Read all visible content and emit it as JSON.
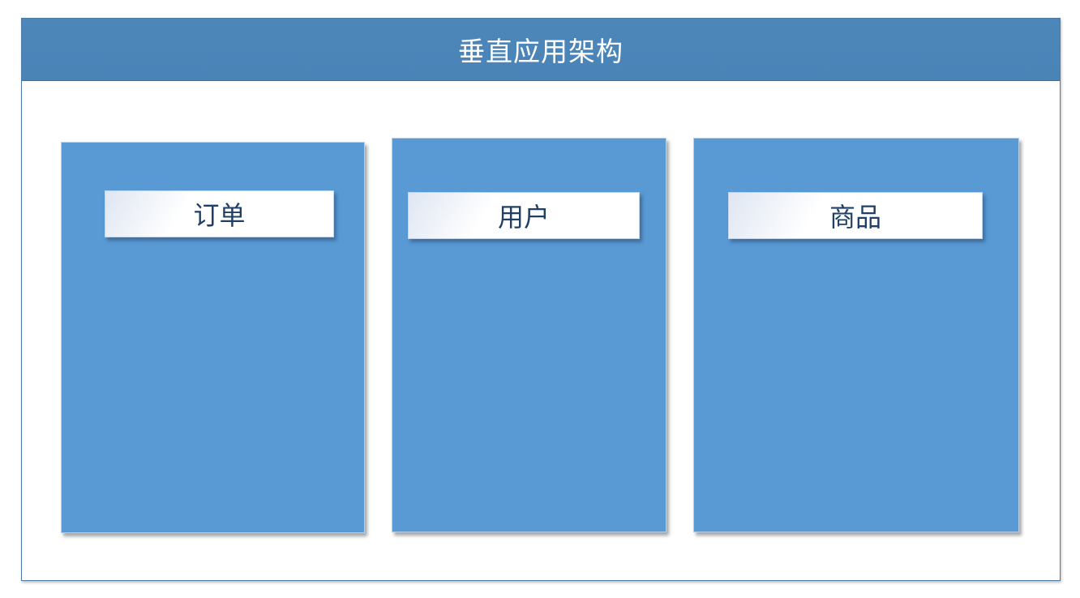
{
  "diagram": {
    "title": "垂直应用架构",
    "modules": [
      {
        "label": "订单"
      },
      {
        "label": "用户"
      },
      {
        "label": "商品"
      }
    ],
    "colors": {
      "header": "#4a84b7",
      "module_fill": "#5999d4",
      "label_text": "#1f3f66",
      "title_text": "#ffffff"
    }
  }
}
